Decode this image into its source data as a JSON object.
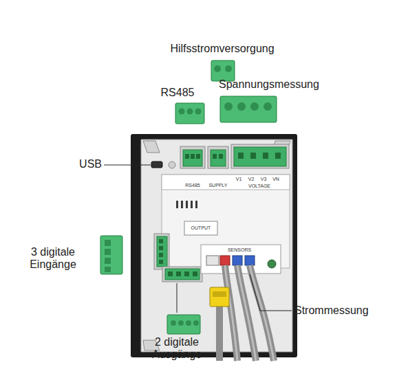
{
  "diagram": {
    "labels": [
      "Hilfsstromversorgung",
      "RS485",
      "Spannungsmessung",
      "USB",
      "3 digitale Eingänge",
      "2 digitale Ausgänge",
      "Strommessung",
      "RS485",
      "SUPPLY",
      "VOLTAGE",
      "V1",
      "V2",
      "V3",
      "VN",
      "OUTPUT",
      "SENSORS"
    ]
  }
}
